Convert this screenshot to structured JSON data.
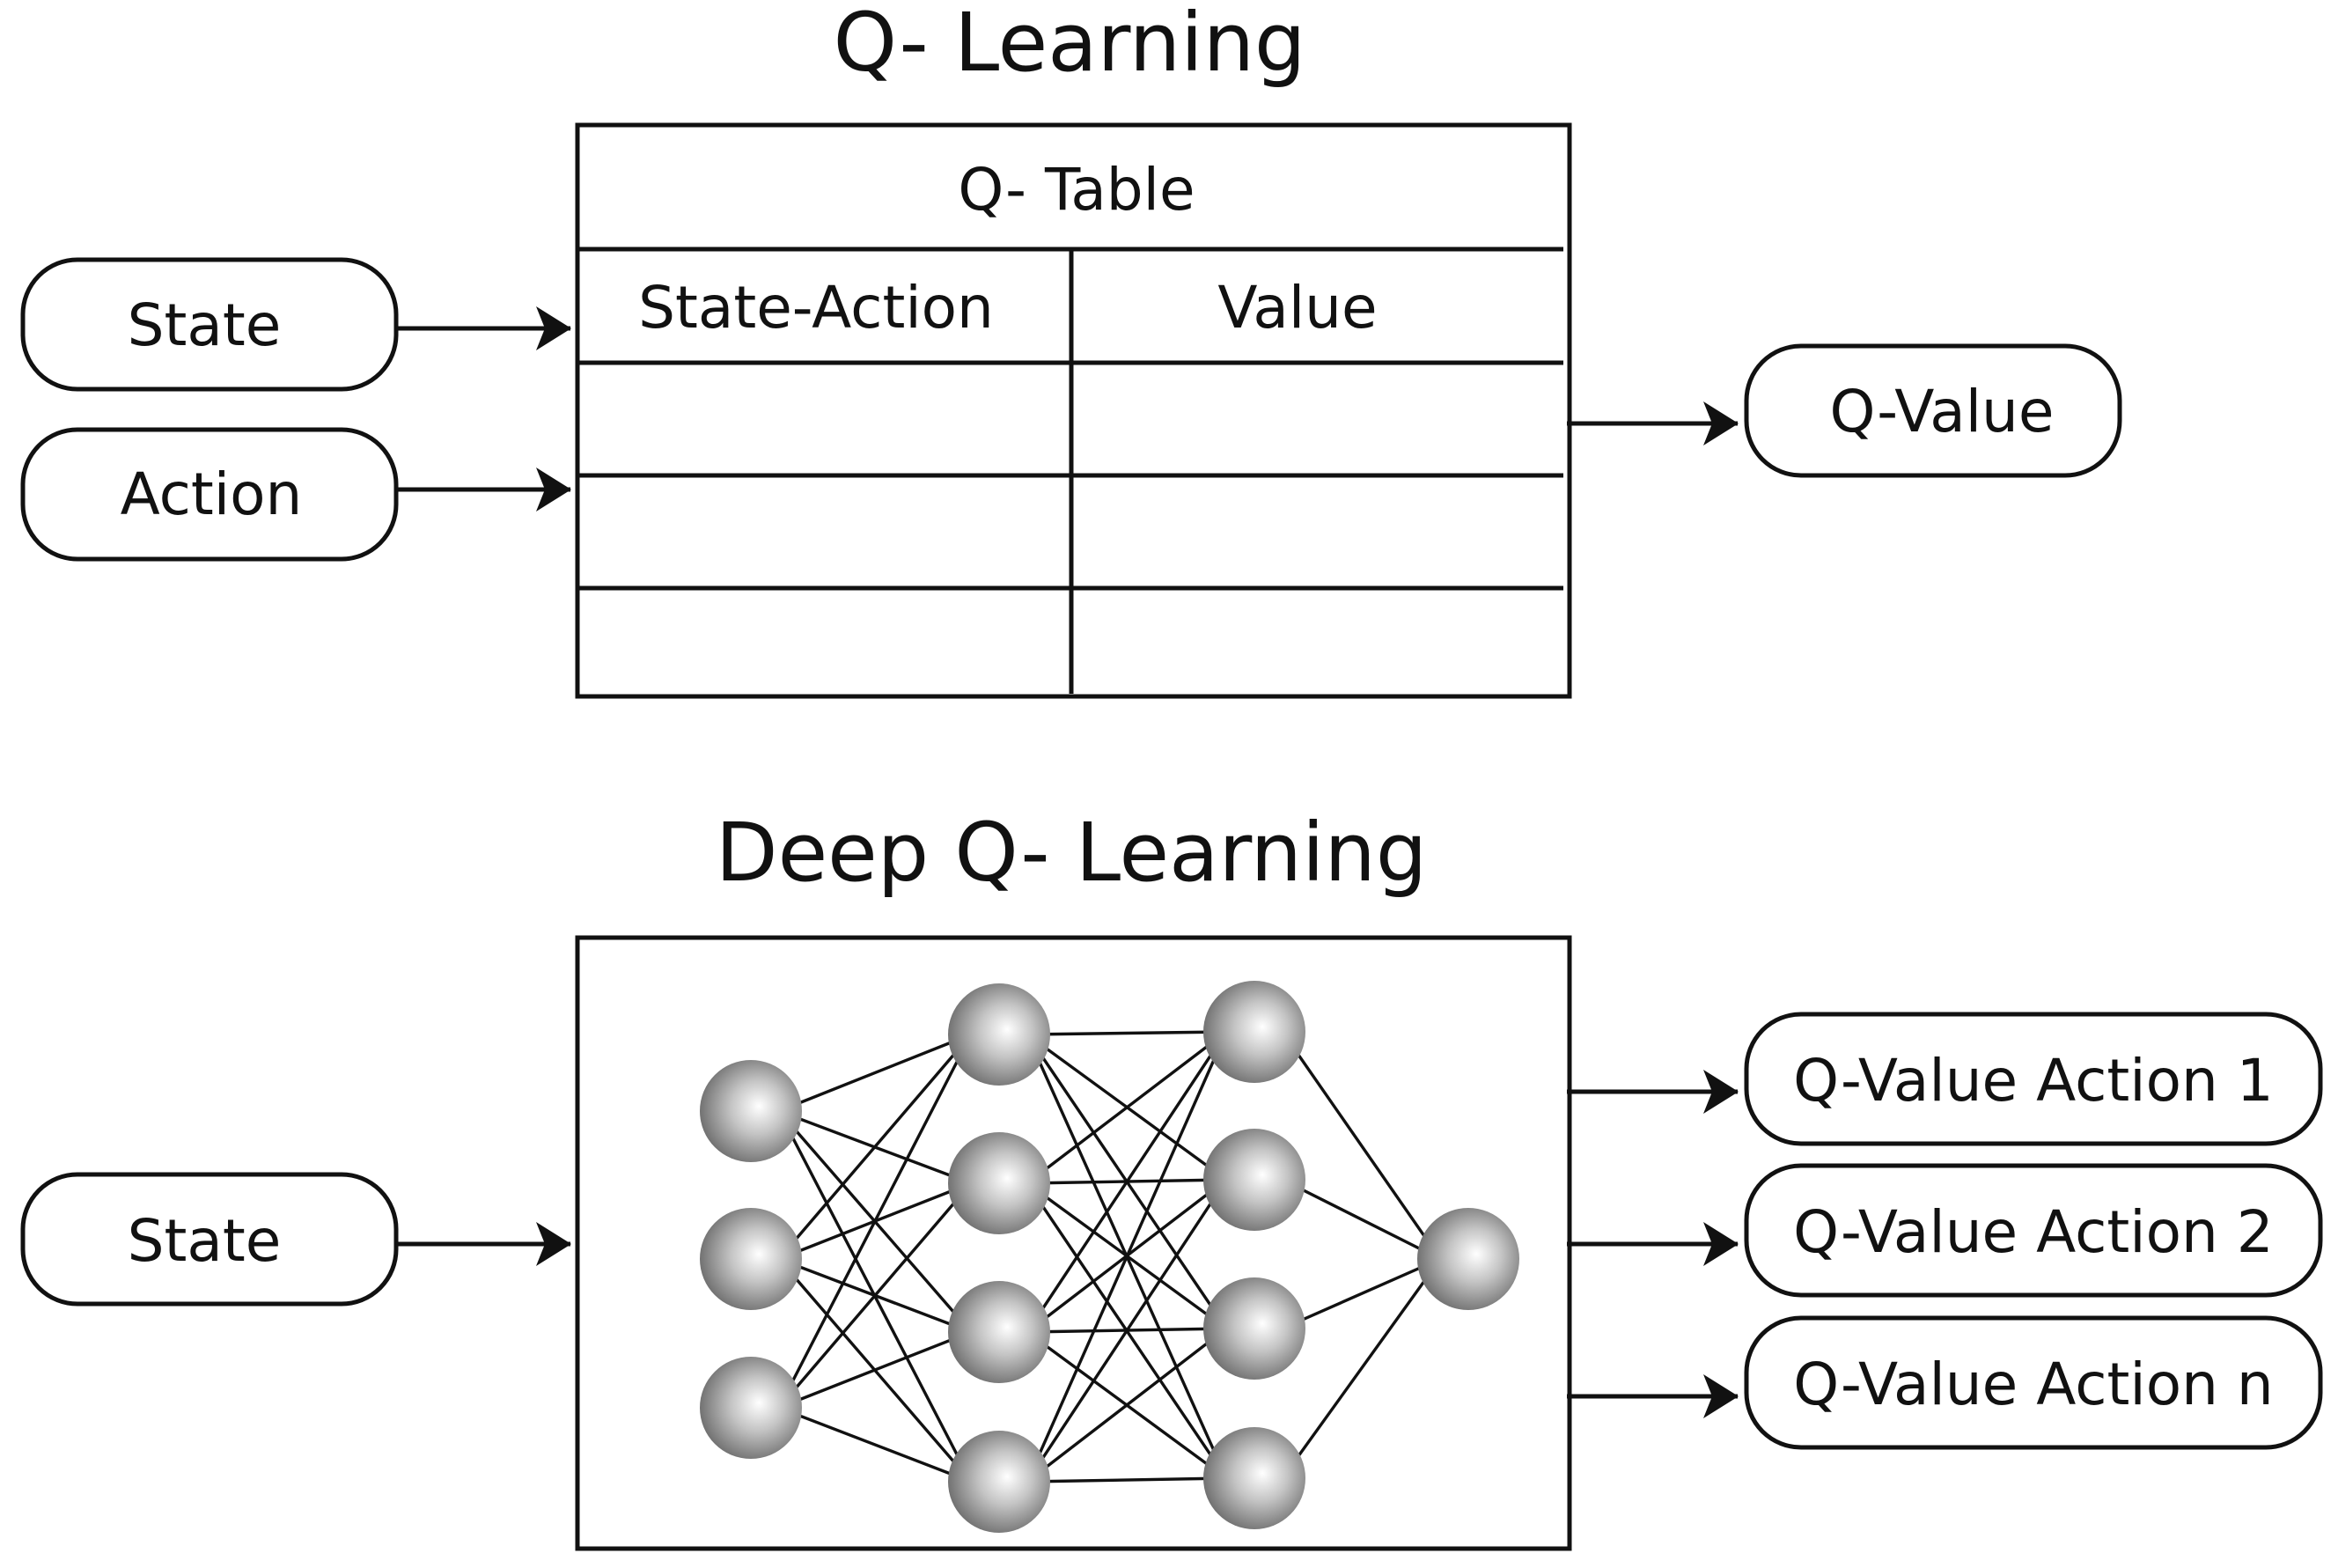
{
  "q_learning": {
    "title": "Q- Learning",
    "inputs": [
      "State",
      "Action"
    ],
    "table": {
      "title": "Q- Table",
      "columns": [
        "State-Action",
        "Value"
      ],
      "empty_rows": 3
    },
    "output": "Q-Value"
  },
  "deep_q_learning": {
    "title": "Deep Q- Learning",
    "input": "State",
    "network": {
      "layers": [
        3,
        4,
        4,
        1
      ]
    },
    "outputs": [
      "Q-Value Action 1",
      "Q-Value Action 2",
      "Q-Value Action n"
    ]
  },
  "colors": {
    "stroke": "#111111",
    "background": "#ffffff",
    "node_highlight": "#ffffff",
    "node_mid": "#c4c4c4",
    "node_shade": "#6a6a6a"
  }
}
